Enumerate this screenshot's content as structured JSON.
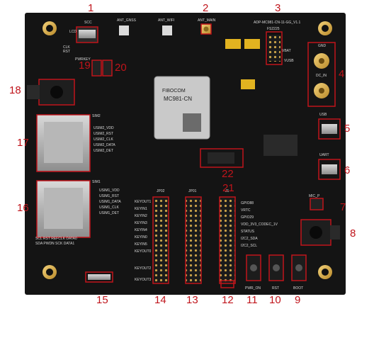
{
  "board": {
    "model_label": "ADP-MC981-CN-11-GG_V1.1",
    "module": {
      "brand": "FIBOCOM",
      "model": "MC981-CN"
    },
    "silk": {
      "ant_gnss": "ANT_GNSS",
      "ant_wifi": "ANT_WIFI",
      "ant_main": "ANT_MAIN",
      "lcd": "LCD",
      "pwrkey": "PWRKEY",
      "clk": "CLK",
      "rst": "RST",
      "sim2": "SIM2",
      "sim1": "SIM1",
      "usim2_lines": [
        "USIM2_VDD",
        "USIM2_RST",
        "USIM2_CLK",
        "USIM2_DATA",
        "USIM2_DET"
      ],
      "usim1_lines": [
        "USIM1_VDD",
        "USIM1_RST",
        "USIM1_DATA",
        "USIM1_CLK",
        "USIM1_DET"
      ],
      "vbat": "VBAT",
      "vusb": "VUSB",
      "gnd": "GND",
      "dc_in": "DC_IN",
      "usb": "USB",
      "uart": "UART",
      "fs": "FS2225",
      "gpio_lines": [
        "GPIO88",
        "VRTC",
        "GPIO29",
        "VDD_3V3_CODEC_1V",
        "STATUS",
        "I2C2_SDA",
        "I2C2_SCL"
      ],
      "keys": [
        "KEYOUT1",
        "KEYIN1",
        "KEYIN2",
        "KEYIN3",
        "KEYIN4",
        "KEYIN0",
        "KEYIN5",
        "KEYOUT0",
        "KEYOUT2",
        "KEYOUT3"
      ],
      "bottom_left": [
        "SCL  RST  REFCLK  DATA0",
        "SDA  PWDN  SCK   DATA1"
      ],
      "jp02": "JP02",
      "jp01": "JP01",
      "j1": "J1",
      "buttons": [
        "PWR_ON",
        "RST",
        "BOOT"
      ],
      "mic": "MIC_P"
    }
  },
  "callouts": [
    "1",
    "2",
    "3",
    "4",
    "5",
    "6",
    "7",
    "8",
    "9",
    "10",
    "11",
    "12",
    "13",
    "14",
    "15",
    "16",
    "17",
    "18",
    "19",
    "20",
    "21",
    "22"
  ]
}
